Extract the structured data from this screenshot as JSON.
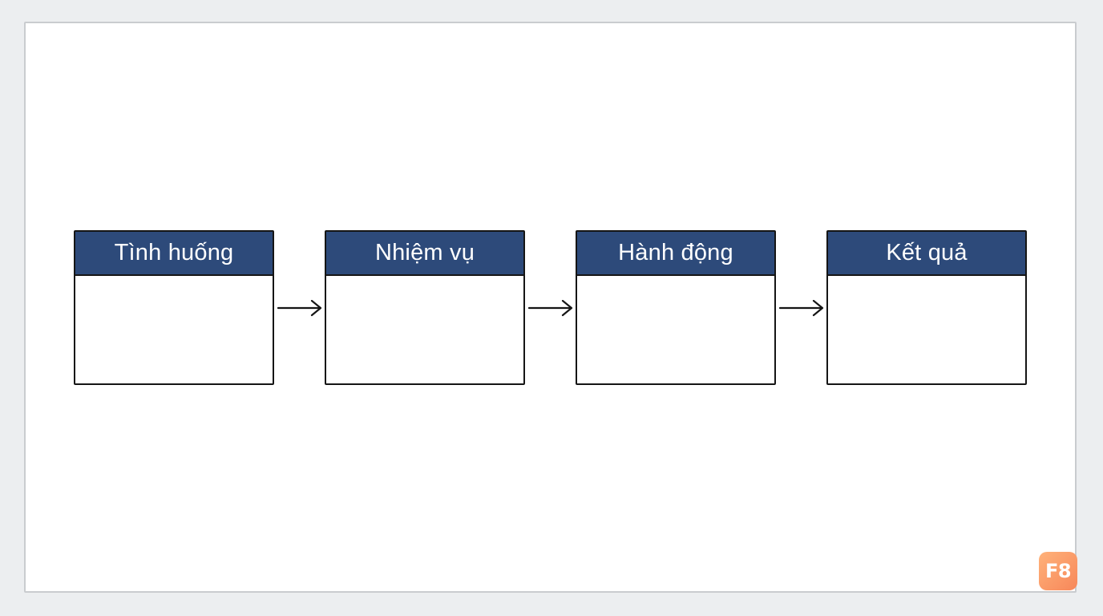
{
  "steps": [
    {
      "label": "Tình huống"
    },
    {
      "label": "Nhiệm vụ"
    },
    {
      "label": "Hành động"
    },
    {
      "label": "Kết quả"
    }
  ],
  "logo": {
    "text": "F8"
  },
  "colors": {
    "header": "#2d4a7a",
    "border": "#151515",
    "background": "#ffffff",
    "logo": "#f7875a"
  }
}
